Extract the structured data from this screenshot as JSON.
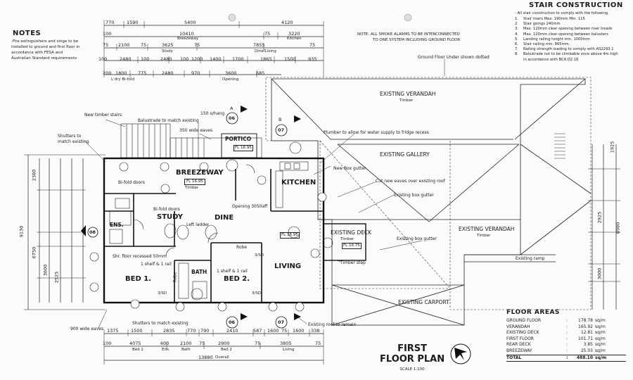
{
  "notes": {
    "heading": "NOTES",
    "lines": [
      "-Fire extinguishers and singe to be",
      "installed to ground and first floor in",
      "accordance with FESA and",
      "Australian Standard requirements"
    ]
  },
  "smoke_note": {
    "lines": [
      "NOTE: ALL SMOKE ALARMS TO BE INTERCONNECTED",
      "TO ONE SYSTEM INCLUDING GROUND FLOOR"
    ]
  },
  "stair": {
    "heading": "STAIR CONSTRUCTION",
    "intro": "- All stair construction to comply with the following.",
    "items": [
      {
        "n": "1.",
        "text": "Stair risers Max. 190mm Min. 115"
      },
      {
        "n": "2.",
        "text": "Stair goings 240mm"
      },
      {
        "n": "3.",
        "text": "Max. 120mm clear opening between riser treads"
      },
      {
        "n": "4.",
        "text": "Max. 120mm clear opening between balusters"
      },
      {
        "n": "5.",
        "text": "Landing railing height min. 1000mm"
      },
      {
        "n": "6.",
        "text": "Stair railing min. 865mm."
      },
      {
        "n": "7.",
        "text": "Railing strength loading to comply with AS2293.1"
      },
      {
        "n": "8.",
        "text": "Balustrade not to be climbable once above 4m high"
      },
      {
        "n": "",
        "text": "in accordance with BCA D2.16"
      }
    ]
  },
  "rooms": {
    "breezeway": "BREEZEWAY",
    "breezeway_sub": "Timber",
    "breezeway_fl": "FL 16.95",
    "kitchen": "KITCHEN",
    "study": "STUDY",
    "dine": "DINE",
    "living": "LIVING",
    "bed1": "BED 1.",
    "bed2": "BED 2.",
    "bath": "BATH",
    "ens": "ENS.",
    "portico": "PORTICO",
    "portico_fl": "FL 16.95",
    "fl_main": "FL 16.95",
    "deck": "EXISTING DECK",
    "deck_sub": "Timber",
    "deck_fl": "FL 16.75",
    "verandah_top": "EXISTING VERANDAH",
    "verandah_top_sub": "Timber",
    "gallery": "EXISTING GALLERY",
    "verandah_right": "EXISTING VERANDAH",
    "verandah_right_sub": "Timber",
    "carport": "EXISTING CARPORT",
    "ramp": "Existing ramp"
  },
  "labels": {
    "ground_floor_under": "Ground Floor Under shown dotted",
    "new_stairs": "New timber stairs",
    "balustrade": "Balustrade to match existing",
    "eaves_150": "150 o/hang",
    "eaves_350": "350 wide eaves",
    "shutters_top": "Shutters to match existing",
    "plumber": "Plumber to allow for water supply to fridge recess",
    "new_box_gutter": "New Box gutter",
    "cut_eaves": "Cut new eaves over existing roof",
    "existing_box_gutter": "Existing box gutter",
    "existing_box_gutter2": "Existing box gutter",
    "bifold1": "Bi-fold doors",
    "bifold2": "Bi-fold doors",
    "opening": "Opening 3050aff",
    "left_ladder": "Left ladder",
    "shower": "Shr. floor recessed 50mm",
    "shelf1": "1 shelf & 1 rail",
    "shelf2": "1 shelf & 1 rail",
    "robe1": "Robe",
    "robe2": "Robe",
    "timber_step": "Timber step",
    "shutters_bottom": "Shutters to match existing",
    "existing_roof": "Existing roof to remain",
    "eaves_900": "900 wide eaves",
    "sd1": "3/SD",
    "sd2": "3/SD",
    "sd3": "3/SD"
  },
  "top_dims": {
    "row1": [
      "770",
      "1590",
      "5400",
      "4120"
    ],
    "row2": [
      "100",
      "10410",
      "75",
      "3220"
    ],
    "row3": [
      "75",
      "2100",
      "75",
      "3625",
      "75",
      "7855",
      "75"
    ],
    "row3_sub": [
      "Study",
      "Breezeway",
      "Dine/Living",
      "Kitchen"
    ],
    "row4": [
      "100",
      "2480",
      "100",
      "2480",
      "100",
      "1200",
      "1400",
      "1700",
      "1865",
      "1500",
      "935"
    ],
    "row5": [
      "200",
      "1800",
      "775",
      "2480",
      "970",
      "3600",
      "685"
    ],
    "row5_sub": [
      "L'dry Bi-fold",
      "Opening"
    ]
  },
  "bottom_dims": {
    "row1": [
      "1375",
      "1500",
      "2835",
      "770",
      "790",
      "2410",
      "587",
      "1600",
      "75",
      "1600",
      "338"
    ],
    "row2": [
      "100",
      "4075",
      "600",
      "2100",
      "75",
      "2900",
      "75",
      "3805",
      "75"
    ],
    "row2_sub": [
      "Bed 1",
      "Ens.",
      "Bath",
      "Bed 2",
      "Living"
    ],
    "overall": "13880",
    "overall_sub": "Overall"
  },
  "left_dims": {
    "overall": "9130",
    "inner": "6750",
    "a": "2380",
    "b": "3600",
    "c": "2525"
  },
  "right_dims": {
    "a": "1925",
    "b": "8980",
    "c": "2925",
    "d": "3000"
  },
  "sections": {
    "a_top": "06",
    "b_top": "07",
    "a_bottom": "06",
    "b_bottom": "07",
    "letter_a": "A",
    "letter_b": "B",
    "left": "08"
  },
  "floor_areas": {
    "heading": "FLOOR AREAS",
    "rows": [
      {
        "name": "GROUND FLOOR",
        "value": "178.78",
        "unit": "sq/m"
      },
      {
        "name": "VERANDAH",
        "value": "165.92",
        "unit": "sq/m"
      },
      {
        "name": "EXISTING DECK",
        "value": "12.81",
        "unit": "sq/m"
      },
      {
        "name": "FIRST FLOOR",
        "value": "101.71",
        "unit": "sq/m"
      },
      {
        "name": "REAR DECK",
        "value": "3.85",
        "unit": "sq/m"
      },
      {
        "name": "BREEZEWAY",
        "value": "25.03",
        "unit": "sq/m"
      }
    ],
    "total": {
      "name": "TOTAL",
      "value": "488.10",
      "unit": "sq/m"
    }
  },
  "title": {
    "line1": "FIRST",
    "line2": "FLOOR PLAN",
    "scale": "SCALE 1:100"
  }
}
